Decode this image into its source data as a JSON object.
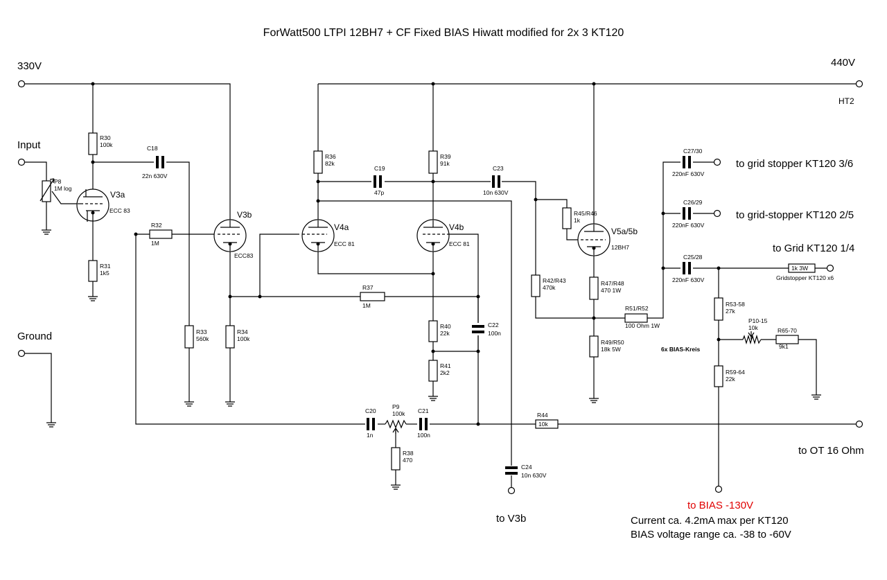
{
  "title": "ForWatt500 LTPI 12BH7 + CF Fixed BIAS Hiwatt modified for 2x 3 KT120",
  "terminals": {
    "v330": "330V",
    "v440": "440V",
    "ht2": "HT2",
    "input": "Input",
    "ground": "Ground",
    "to_v3b": "to V3b",
    "to_ot": "to OT 16 Ohm",
    "to_grid_36": "to grid stopper KT120 3/6",
    "to_grid_25": "to grid-stopper KT120 2/5",
    "to_grid_14": "to Grid KT120 1/4",
    "to_bias": "to BIAS -130V"
  },
  "notes": {
    "current": "Current ca. 4.2mA max per KT120",
    "bias_range": "BIAS voltage range ca. -38 to -60V",
    "bias_kreis": "6x BIAS-Kreis"
  },
  "tubes": {
    "v3a": {
      "name": "V3a",
      "type": "ECC 83"
    },
    "v3b": {
      "name": "V3b",
      "type": "ECC83"
    },
    "v4a": {
      "name": "V4a",
      "type": "ECC 81"
    },
    "v4b": {
      "name": "V4b",
      "type": "ECC 81"
    },
    "v5": {
      "name": "V5a/5b",
      "type": "12BH7"
    }
  },
  "components": {
    "r30": {
      "ref": "R30",
      "val": "100k"
    },
    "r31": {
      "ref": "R31",
      "val": "1k5"
    },
    "r32": {
      "ref": "R32",
      "val": "1M"
    },
    "r33": {
      "ref": "R33",
      "val": "560k"
    },
    "r34": {
      "ref": "R34",
      "val": "100k"
    },
    "r36": {
      "ref": "R36",
      "val": "82k"
    },
    "r37": {
      "ref": "R37",
      "val": "1M"
    },
    "r38": {
      "ref": "R38",
      "val": "470"
    },
    "r39": {
      "ref": "R39",
      "val": "91k"
    },
    "r40": {
      "ref": "R40",
      "val": "22k"
    },
    "r41": {
      "ref": "R41",
      "val": "2k2"
    },
    "r42": {
      "ref": "R42/R43",
      "val": "470k"
    },
    "r44": {
      "ref": "R44",
      "val": "10k"
    },
    "r45": {
      "ref": "R45/R46",
      "val": "1k"
    },
    "r47": {
      "ref": "R47/R48",
      "val": "470 1W"
    },
    "r49": {
      "ref": "R49/R50",
      "val": "18k 5W"
    },
    "r51": {
      "ref": "R51/R52",
      "val": "100 Ohm 1W"
    },
    "r53": {
      "ref": "R53-58",
      "val": "27k"
    },
    "r59": {
      "ref": "R59-64",
      "val": "22k"
    },
    "r65": {
      "ref": "R65-70",
      "val": "9k1"
    },
    "gs": {
      "ref": "1k 3W",
      "val": "Gridstopper KT120 x6"
    },
    "p8": {
      "ref": "P8",
      "val": "1M log"
    },
    "p9": {
      "ref": "P9",
      "val": "100k"
    },
    "p10": {
      "ref": "P10-15",
      "val": "10k"
    },
    "c18": {
      "ref": "C18",
      "val": "22n 630V"
    },
    "c19": {
      "ref": "C19",
      "val": "47p"
    },
    "c20": {
      "ref": "C20",
      "val": "1n"
    },
    "c21": {
      "ref": "C21",
      "val": "100n"
    },
    "c22": {
      "ref": "C22",
      "val": "100n"
    },
    "c23": {
      "ref": "C23",
      "val": "10n 630V"
    },
    "c24": {
      "ref": "C24",
      "val": "10n 630V"
    },
    "c25": {
      "ref": "C25/28",
      "val": "220nF 630V"
    },
    "c26": {
      "ref": "C26/29",
      "val": "220nF 630V"
    },
    "c27": {
      "ref": "C27/30",
      "val": "220nF 630V"
    }
  },
  "colors": {
    "ink": "#000000",
    "bias_label": "#e00000",
    "background": "#ffffff"
  }
}
